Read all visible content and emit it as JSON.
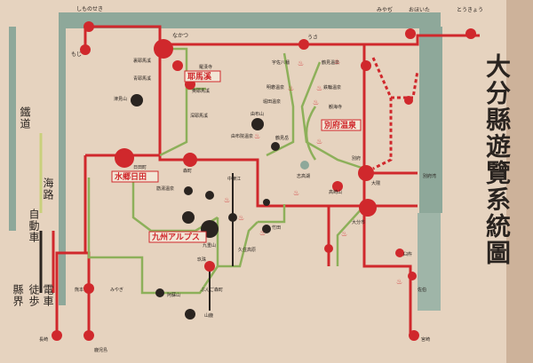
{
  "title": "大分縣遊覽系統圖",
  "legend": {
    "railway": "鐵道",
    "sea_route": "海路",
    "automobile": "自動車",
    "walking": "徒歩",
    "tram": "電車",
    "border": "縣界"
  },
  "regions": {
    "beppu_onsen": "別府温泉",
    "yabakei": "耶馬溪",
    "mizugo_hita": "水郷日田",
    "kyushu_alps": "九州アルプス"
  },
  "top_labels": {
    "shimonoseki": "しものせき",
    "nakatsu": "なかつ",
    "usa": "うさ",
    "miyaji": "みやぢ",
    "oitake": "おほいた",
    "tokyo": "とうきょう",
    "moji": "もじ"
  },
  "places": {
    "tsurumi": "津見山",
    "rakan": "羅漢寺",
    "ao_yabakei": "青耶馬溪",
    "ura_yabakei": "裏耶馬溪",
    "oku_yabakei": "奥耶馬溪",
    "fukase_yabakei": "深耶馬溪",
    "usa_hachiman": "宇佐八幡",
    "kyushu_zaka": "鶴見温泉",
    "kannawa": "鉄輪温泉",
    "tsukahara": "明礬温泉",
    "myoban": "堀田温泉",
    "hotta": "観海寺",
    "yufuin": "由布院温泉",
    "yufu_yama": "由布山",
    "tsurumi_dake": "鶴見岳",
    "shida": "志高湖",
    "beppu": "別府",
    "takasaki": "高崎山",
    "oita": "大分市",
    "hita_town": "日田町",
    "mori": "森町",
    "kusu": "玖珠",
    "nakatsue": "中津江",
    "kuju": "九重山",
    "kuju_onsen": "筋湯温泉",
    "taketa": "竹田",
    "aso": "阿蘇山",
    "kumamoto": "熊本",
    "miyagi": "みやぎ",
    "shin_kumamoto": "ぶんご森町",
    "usuki": "臼杵",
    "saiki": "佐伯",
    "kagoshima": "鹿児島",
    "nagasaki": "長崎",
    "miyazaki": "宮崎",
    "kusumoto": "大隈",
    "beppu_bay": "別府湾",
    "kubota": "久住高原",
    "yamaga": "山鹿"
  }
}
